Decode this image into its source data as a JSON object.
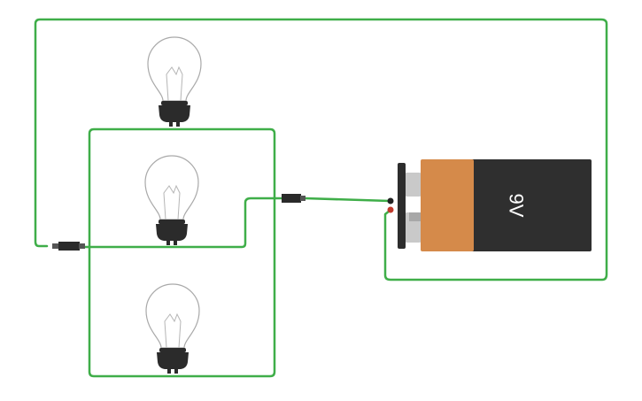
{
  "battery": {
    "label": "9V",
    "colors": {
      "body": "#2f2f2f",
      "cap": "#d58a4a",
      "terminal": "#c9c9c9"
    }
  },
  "wire_color": "#3fae49",
  "bulbs": [
    {
      "id": "bulb-top"
    },
    {
      "id": "bulb-middle"
    },
    {
      "id": "bulb-bottom"
    }
  ],
  "connectors": [
    {
      "id": "connector-left"
    },
    {
      "id": "connector-right"
    }
  ]
}
